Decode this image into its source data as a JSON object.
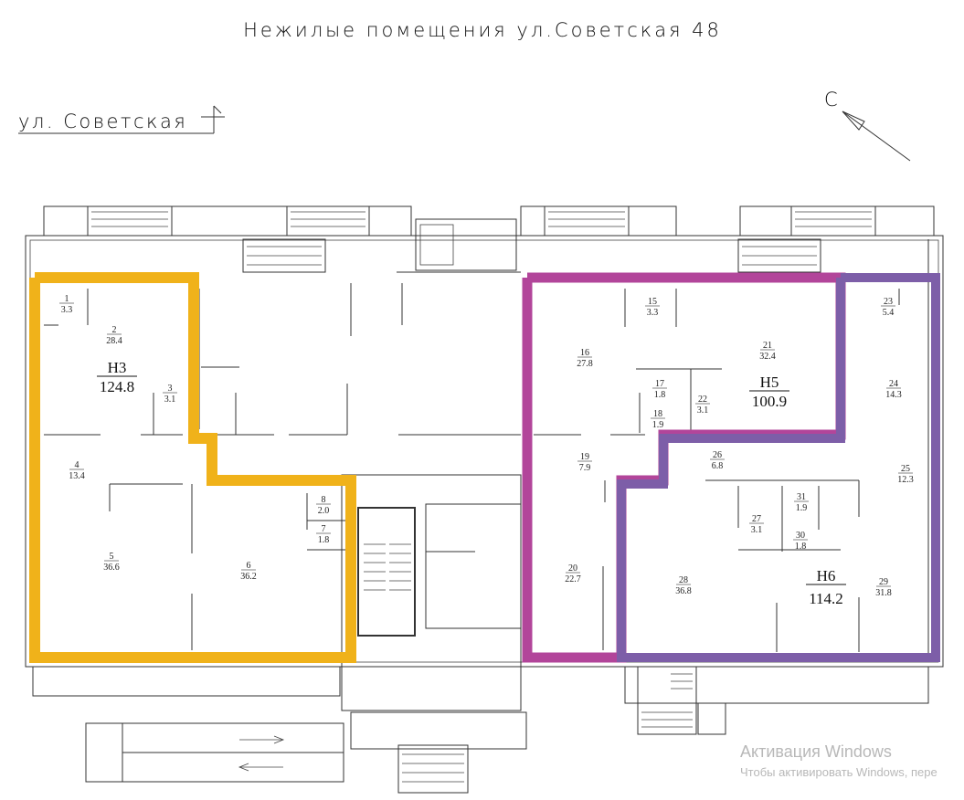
{
  "title": "Нежилые помещения ул.Советская 48",
  "street": "ул. Советская",
  "compass": "С",
  "units": [
    {
      "name": "Н3",
      "area": "124.8",
      "color": "#f0b21a"
    },
    {
      "name": "Н5",
      "area": "100.9",
      "color": "#b2459a"
    },
    {
      "name": "Н6",
      "area": "114.2",
      "color": "#7d5ea8"
    }
  ],
  "rooms": [
    {
      "n": "1",
      "a": "3.3"
    },
    {
      "n": "2",
      "a": "28.4"
    },
    {
      "n": "3",
      "a": "3.1"
    },
    {
      "n": "4",
      "a": "13.4"
    },
    {
      "n": "5",
      "a": "36.6"
    },
    {
      "n": "6",
      "a": "36.2"
    },
    {
      "n": "7",
      "a": "1.8"
    },
    {
      "n": "8",
      "a": "2.0"
    },
    {
      "n": "15",
      "a": "3.3"
    },
    {
      "n": "16",
      "a": "27.8"
    },
    {
      "n": "17",
      "a": "1.8"
    },
    {
      "n": "18",
      "a": "1.9"
    },
    {
      "n": "19",
      "a": "7.9"
    },
    {
      "n": "20",
      "a": "22.7"
    },
    {
      "n": "21",
      "a": "32.4"
    },
    {
      "n": "22",
      "a": "3.1"
    },
    {
      "n": "23",
      "a": "5.4"
    },
    {
      "n": "24",
      "a": "14.3"
    },
    {
      "n": "25",
      "a": "12.3"
    },
    {
      "n": "26",
      "a": "6.8"
    },
    {
      "n": "27",
      "a": "3.1"
    },
    {
      "n": "28",
      "a": "36.8"
    },
    {
      "n": "29",
      "a": "31.8"
    },
    {
      "n": "30",
      "a": "1.8"
    },
    {
      "n": "31",
      "a": "1.9"
    }
  ],
  "watermark": {
    "line1": "Активация Windows",
    "line2": "Чтобы активировать Windows, пере"
  }
}
